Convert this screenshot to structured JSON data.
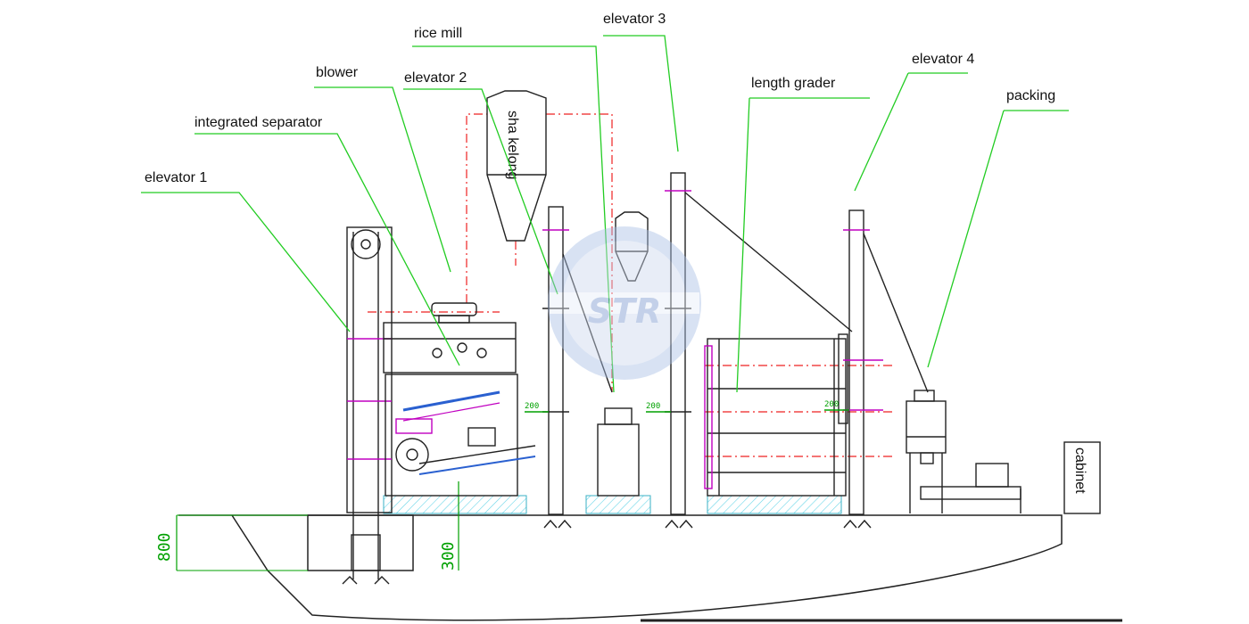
{
  "labels": {
    "elevator_1": "elevator 1",
    "integrated_separator": "integrated separator",
    "blower": "blower",
    "elevator_2": "elevator 2",
    "rice_mill": "rice mill",
    "elevator_3": "elevator 3",
    "length_grader": "length grader",
    "elevator_4": "elevator 4",
    "packing": "packing",
    "cabinet": "cabinet",
    "cyclone": "sha kelong"
  },
  "dimensions": {
    "pit_depth": "800",
    "separator_offset": "300",
    "elevator_2_height_mark": "200",
    "elevator_3_height_mark": "200",
    "elevator_4_height_mark": "200"
  },
  "watermark": "STR",
  "colors": {
    "leader": "#22cc22",
    "dimension": "#00a000",
    "pipe": "#ee2222",
    "machine": "#222222",
    "accent": "#c000c0",
    "blue": "#2a60d0",
    "hatch": "#6ad6e8"
  }
}
